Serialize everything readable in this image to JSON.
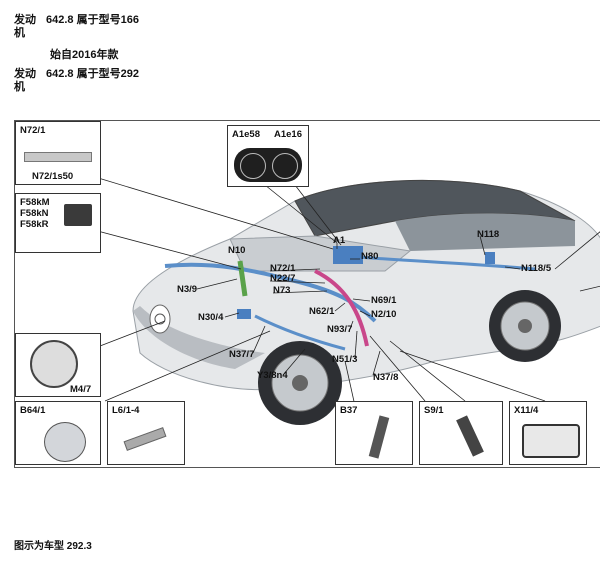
{
  "header": {
    "row1_label": "发动机",
    "row1_text": "642.8 属于型号166",
    "row2_text": "始自2016年款",
    "row3_label": "发动机",
    "row3_text": "642.8 属于型号292"
  },
  "labels": {
    "N72_1": "N72/1",
    "N72_1s50": "N72/1s50",
    "F58k": "F58kM\nF58kN\nF58kR",
    "A1e58": "A1e58",
    "A1e16": "A1e16",
    "A1": "A1",
    "N10": "N10",
    "N80": "N80",
    "N118": "N118",
    "N118_5": "N118/5",
    "N3_9": "N3/9",
    "N72_1b": "N72/1",
    "N22_7": "N22/7",
    "N73": "N73",
    "N69_1": "N69/1",
    "N30_4": "N30/4",
    "N62_1": "N62/1",
    "N2_10": "N2/10",
    "N93_7": "N93/7",
    "N37_7": "N37/7",
    "N51_3": "N51/3",
    "Y3_8n4": "Y3/8n4",
    "N37_8": "N37/8",
    "M4_7": "M4/7",
    "B64_1": "B64/1",
    "L6_1_4": "L6/1-4",
    "B37": "B37",
    "S9_1": "S9/1",
    "X11_4": "X11/4"
  },
  "caption": "图示为车型 292.3",
  "colors": {
    "border": "#333333",
    "car_body": "#e6e8ea",
    "car_shade": "#b9bdc2",
    "harness_blue": "#5b8fc9",
    "harness_pink": "#c9478a",
    "harness_green": "#5aa24a"
  }
}
